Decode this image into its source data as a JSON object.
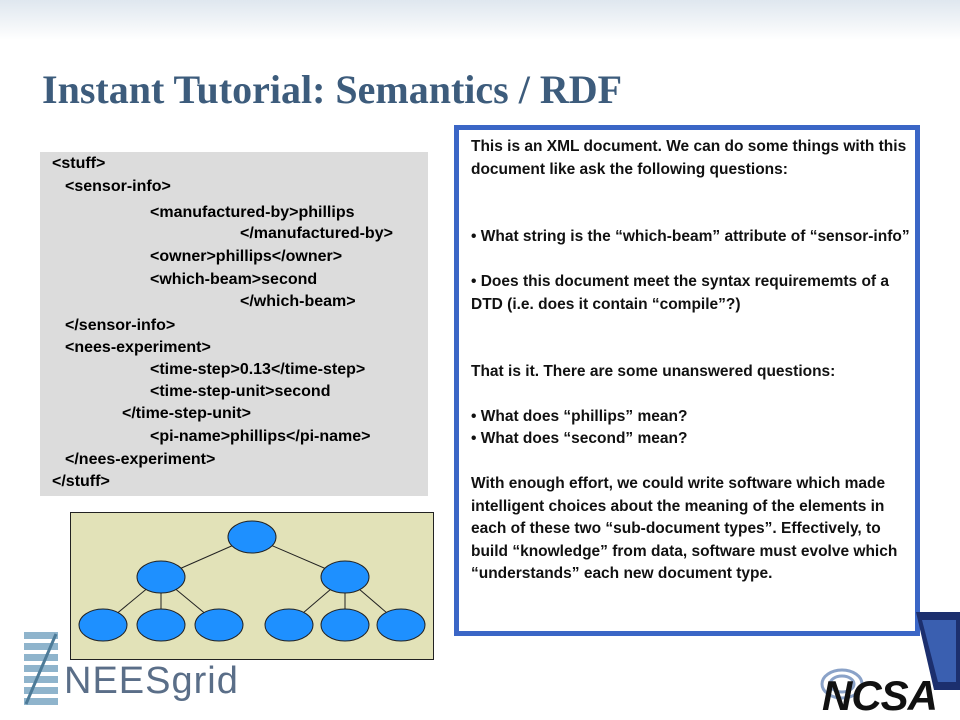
{
  "slide": {
    "title": "Instant Tutorial: Semantics / RDF"
  },
  "xml": {
    "lines": [
      "<stuff>",
      "<sensor-info>",
      "<manufactured-by>phillips",
      "</manufactured-by>",
      "<owner>phillips</owner>",
      "<which-beam>second",
      "</which-beam>",
      "</sensor-info>",
      "<nees-experiment>",
      "<time-step>0.13</time-step>",
      "<time-step-unit>second",
      "</time-step-unit>",
      "<pi-name>phillips</pi-name>",
      "</nees-experiment>",
      "</stuff>"
    ]
  },
  "explanation": {
    "p1": "This is an XML document.  We can do some things with this document like ask the following questions:",
    "b1": "• What string is the “which-beam” attribute of “sensor-info”",
    "b2": "• Does this document meet the syntax requirememts of a DTD (i.e. does it contain “compile”?)",
    "p2": "That is it.  There are some unanswered questions:",
    "b3": "• What does “phillips” mean?",
    "b4": "• What does “second” mean?",
    "p3": "With enough effort, we could write software which made intelligent choices about the meaning of the elements in each of these two “sub-document types”.  Effectively, to build “knowledge” from data, software must evolve which “understands” each new document type."
  },
  "logos": {
    "nees": "NEESgrid",
    "ncsa": "NCSA"
  },
  "colors": {
    "title": "#3d5c7c",
    "box_border": "#3b66c6",
    "node_fill": "#1e90ff",
    "tree_bg": "#e2e2b8",
    "xml_bg": "#dcdcdc"
  }
}
